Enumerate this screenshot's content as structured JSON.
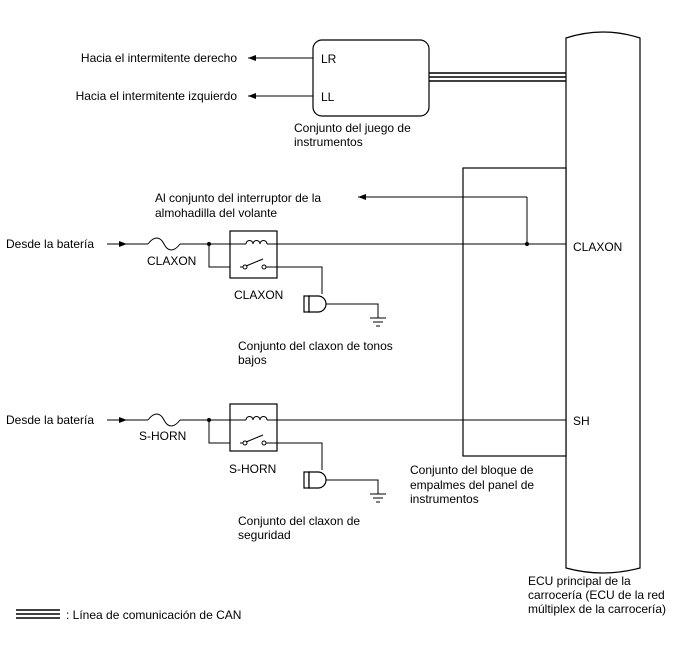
{
  "instrument_cluster": {
    "pin_lr": "LR",
    "pin_ll": "LL",
    "to_right_turn": "Hacia el intermitente derecho",
    "to_left_turn": "Hacia el intermitente izquierdo",
    "label_line1": "Conjunto del juego de",
    "label_line2": "instrumentos"
  },
  "steering_pad": {
    "label_line1": "Al conjunto del interruptor de la",
    "label_line2": "almohadilla del volante"
  },
  "horn_circuit": {
    "from_battery": "Desde la batería",
    "fuse": "CLAXON",
    "relay": "CLAXON",
    "horn_line1": "Conjunto del claxon de tonos",
    "horn_line2": "bajos"
  },
  "security_circuit": {
    "from_battery": "Desde la batería",
    "fuse": "S-HORN",
    "relay": "S-HORN",
    "horn_line1": "Conjunto del claxon de",
    "horn_line2": "seguridad"
  },
  "junction_block": {
    "label_line1": "Conjunto del bloque de",
    "label_line2": "empalmes del panel de",
    "label_line3": "instrumentos"
  },
  "main_ecu": {
    "pin_claxon": "CLAXON",
    "pin_sh": "SH",
    "label_line1": "ECU principal de la",
    "label_line2": "carrocería (ECU de la red",
    "label_line3": "múltiplex de la carrocería)"
  },
  "legend": {
    "can_line": ": Línea de comunicación de CAN"
  }
}
